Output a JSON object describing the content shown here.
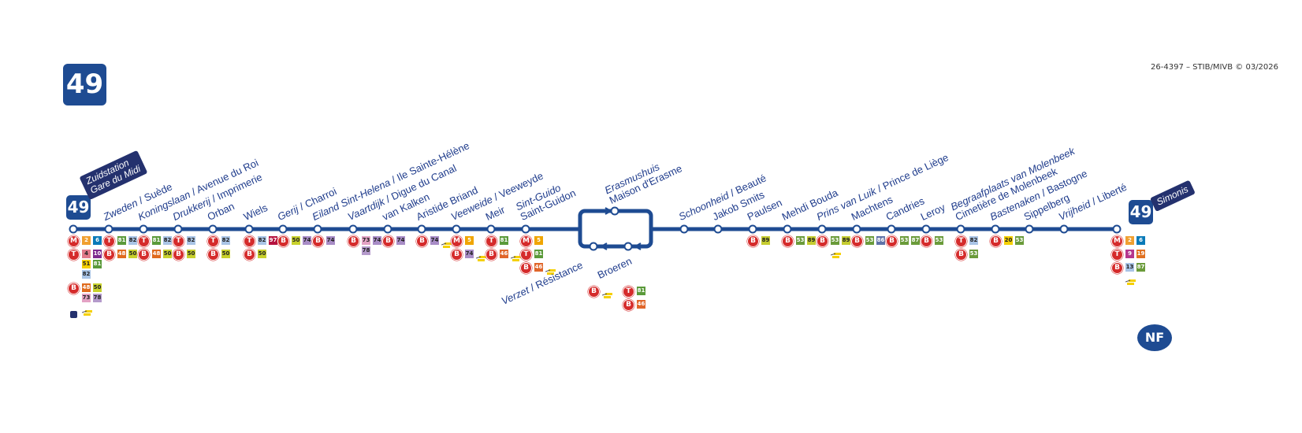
{
  "line_number": "49",
  "copyright": "26-4397 – STIB/MIVB © 03/2026",
  "terminus_start": {
    "nl": "Zuidstation",
    "fr": "Gare du Midi"
  },
  "terminus_end": {
    "name": "Simonis"
  },
  "certification": "NF",
  "route_colors": {
    "2": "#f0a030",
    "6": "#0a7ab8",
    "4": "#e07a8a",
    "10": "#7d2a8e",
    "51": "#f5d000",
    "81": "#5a9a3a",
    "82": "#a9c4e6",
    "48": "#e06b1e",
    "50": "#c8d12c",
    "73": "#e3a2c4",
    "78": "#b49acb",
    "74": "#a88cc6",
    "97": "#b5123f",
    "5": "#f0a500",
    "46": "#e0662a",
    "89": "#c5cc30",
    "53": "#6a9b3a",
    "86": "#5f72a8",
    "87": "#6a9b3a",
    "20": "#f5d000",
    "9": "#b5368e",
    "19": "#e07020",
    "13": "#a9c4e6"
  },
  "stops": [
    {
      "nl": "",
      "fr": "",
      "conns": [
        {
          "m": "M",
          "r": [
            "2",
            "6"
          ]
        },
        {
          "m": "T",
          "r": [
            "4",
            "10",
            "51",
            "81",
            "82"
          ]
        },
        {
          "m": "B",
          "r": [
            "48",
            "50",
            "73",
            "78",
            "DL"
          ]
        }
      ]
    },
    {
      "nl": "Zweden",
      "fr": "Suède",
      "conns": [
        {
          "m": "T",
          "r": [
            "81",
            "82"
          ]
        },
        {
          "m": "B",
          "r": [
            "48",
            "50"
          ]
        }
      ]
    },
    {
      "nl": "Koningslaan",
      "fr": "Avenue du Roi",
      "conns": [
        {
          "m": "T",
          "r": [
            "81",
            "82"
          ]
        },
        {
          "m": "B",
          "r": [
            "48",
            "50"
          ]
        }
      ]
    },
    {
      "nl": "Drukkerij",
      "fr": "Imprimerie",
      "conns": [
        {
          "m": "T",
          "r": [
            "82"
          ]
        },
        {
          "m": "B",
          "r": [
            "50"
          ]
        }
      ]
    },
    {
      "nl": "",
      "fr": "Orban",
      "conns": [
        {
          "m": "T",
          "r": [
            "82"
          ]
        },
        {
          "m": "B",
          "r": [
            "50"
          ]
        }
      ]
    },
    {
      "nl": "",
      "fr": "Wiels",
      "conns": [
        {
          "m": "T",
          "r": [
            "82",
            "97"
          ]
        },
        {
          "m": "B",
          "r": [
            "50"
          ]
        }
      ]
    },
    {
      "nl": "Gerij",
      "fr": "Charroi",
      "conns": [
        {
          "m": "B",
          "r": [
            "50",
            "74"
          ]
        }
      ]
    },
    {
      "nl": "Eiland Sint-Helena",
      "fr": "Ile Sainte-Hélène",
      "conns": [
        {
          "m": "B",
          "r": [
            "74"
          ]
        }
      ]
    },
    {
      "nl": "Vaartdijk",
      "fr": "Digue du Canal",
      "conns": [
        {
          "m": "B",
          "r": [
            "73",
            "74",
            "78"
          ]
        }
      ]
    },
    {
      "nl": "",
      "fr": "van Kalken",
      "conns": [
        {
          "m": "B",
          "r": [
            "74"
          ]
        }
      ]
    },
    {
      "nl": "",
      "fr": "Aristide Briand",
      "conns": [
        {
          "m": "B",
          "r": [
            "74",
            "DL"
          ]
        }
      ]
    },
    {
      "nl": "Veeweide",
      "fr": "Veeweyde",
      "conns": [
        {
          "m": "M",
          "r": [
            "5"
          ]
        },
        {
          "m": "B",
          "r": [
            "74",
            "DL"
          ]
        }
      ]
    },
    {
      "nl": "",
      "fr": "Meir",
      "conns": [
        {
          "m": "T",
          "r": [
            "81"
          ]
        },
        {
          "m": "B",
          "r": [
            "46",
            "DL"
          ]
        }
      ]
    },
    {
      "nl": "Sint-Guido",
      "fr": "Saint-Guidon",
      "two": true,
      "conns": [
        {
          "m": "M",
          "r": [
            "5"
          ]
        },
        {
          "m": "T",
          "r": [
            "81"
          ]
        },
        {
          "m": "B",
          "r": [
            "46",
            "DL"
          ]
        }
      ]
    },
    {
      "nl": "Erasmushuis",
      "fr": "Maison d'Erasme",
      "two": true,
      "conns": []
    },
    {
      "nl": "Verzet",
      "fr": "Résistance",
      "below": true,
      "conns": [
        {
          "m": "B",
          "r": [
            "DL"
          ]
        }
      ]
    },
    {
      "nl": "",
      "fr": "Broeren",
      "below": true,
      "conns": [
        {
          "m": "T",
          "r": [
            "81"
          ]
        },
        {
          "m": "B",
          "r": [
            "46"
          ]
        }
      ]
    },
    {
      "nl": "Schoonheid",
      "fr": "Beauté",
      "conns": []
    },
    {
      "nl": "",
      "fr": "Jakob Smits",
      "conns": []
    },
    {
      "nl": "",
      "fr": "Paulsen",
      "conns": [
        {
          "m": "B",
          "r": [
            "89"
          ]
        }
      ]
    },
    {
      "nl": "",
      "fr": "Mehdi Bouda",
      "conns": [
        {
          "m": "B",
          "r": [
            "53",
            "89"
          ]
        }
      ]
    },
    {
      "nl": "Prins van Luik",
      "fr": "Prince de Liège",
      "conns": [
        {
          "m": "B",
          "r": [
            "53",
            "89",
            "DL"
          ]
        }
      ]
    },
    {
      "nl": "",
      "fr": "Machtens",
      "conns": [
        {
          "m": "B",
          "r": [
            "53",
            "86"
          ]
        }
      ]
    },
    {
      "nl": "",
      "fr": "Candries",
      "conns": [
        {
          "m": "B",
          "r": [
            "53",
            "87"
          ]
        }
      ]
    },
    {
      "nl": "",
      "fr": "Leroy",
      "conns": [
        {
          "m": "B",
          "r": [
            "53"
          ]
        }
      ]
    },
    {
      "nl": "Begraafplaats van Molenbeek",
      "fr": "Cimetière de Molenbeek",
      "two": true,
      "conns": [
        {
          "m": "T",
          "r": [
            "82"
          ]
        },
        {
          "m": "B",
          "r": [
            "53"
          ]
        }
      ]
    },
    {
      "nl": "Bastenaken",
      "fr": "Bastogne",
      "conns": [
        {
          "m": "B",
          "r": [
            "20",
            "53"
          ]
        }
      ]
    },
    {
      "nl": "",
      "fr": "Sippelberg",
      "conns": []
    },
    {
      "nl": "Vrijheid",
      "fr": "Liberté",
      "conns": []
    },
    {
      "nl": "",
      "fr": "",
      "conns": [
        {
          "m": "M",
          "r": [
            "2",
            "6"
          ]
        },
        {
          "m": "T",
          "r": [
            "9",
            "19"
          ]
        },
        {
          "m": "B",
          "r": [
            "13",
            "87",
            "DL"
          ]
        }
      ]
    }
  ]
}
